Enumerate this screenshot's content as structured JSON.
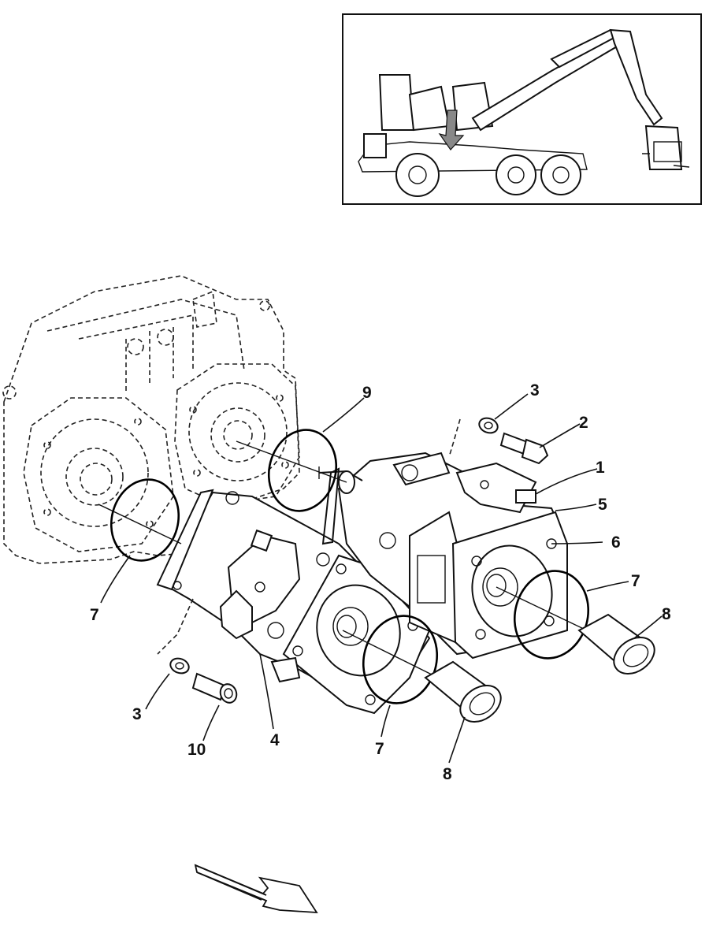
{
  "figure": {
    "inset": {
      "subject": "forestry harvester machine with arrow indicating pump location"
    },
    "callouts": [
      {
        "id": "c1",
        "label": "1"
      },
      {
        "id": "c2",
        "label": "2"
      },
      {
        "id": "c3a",
        "label": "3"
      },
      {
        "id": "c3b",
        "label": "3"
      },
      {
        "id": "c4",
        "label": "4"
      },
      {
        "id": "c5",
        "label": "5"
      },
      {
        "id": "c6",
        "label": "6"
      },
      {
        "id": "c7a",
        "label": "7"
      },
      {
        "id": "c7b",
        "label": "7"
      },
      {
        "id": "c7c",
        "label": "7"
      },
      {
        "id": "c8a",
        "label": "8"
      },
      {
        "id": "c8b",
        "label": "8"
      },
      {
        "id": "c9",
        "label": "9"
      },
      {
        "id": "c10",
        "label": "10"
      }
    ],
    "direction_arrow": {
      "meaning": "forward direction of machine"
    }
  }
}
